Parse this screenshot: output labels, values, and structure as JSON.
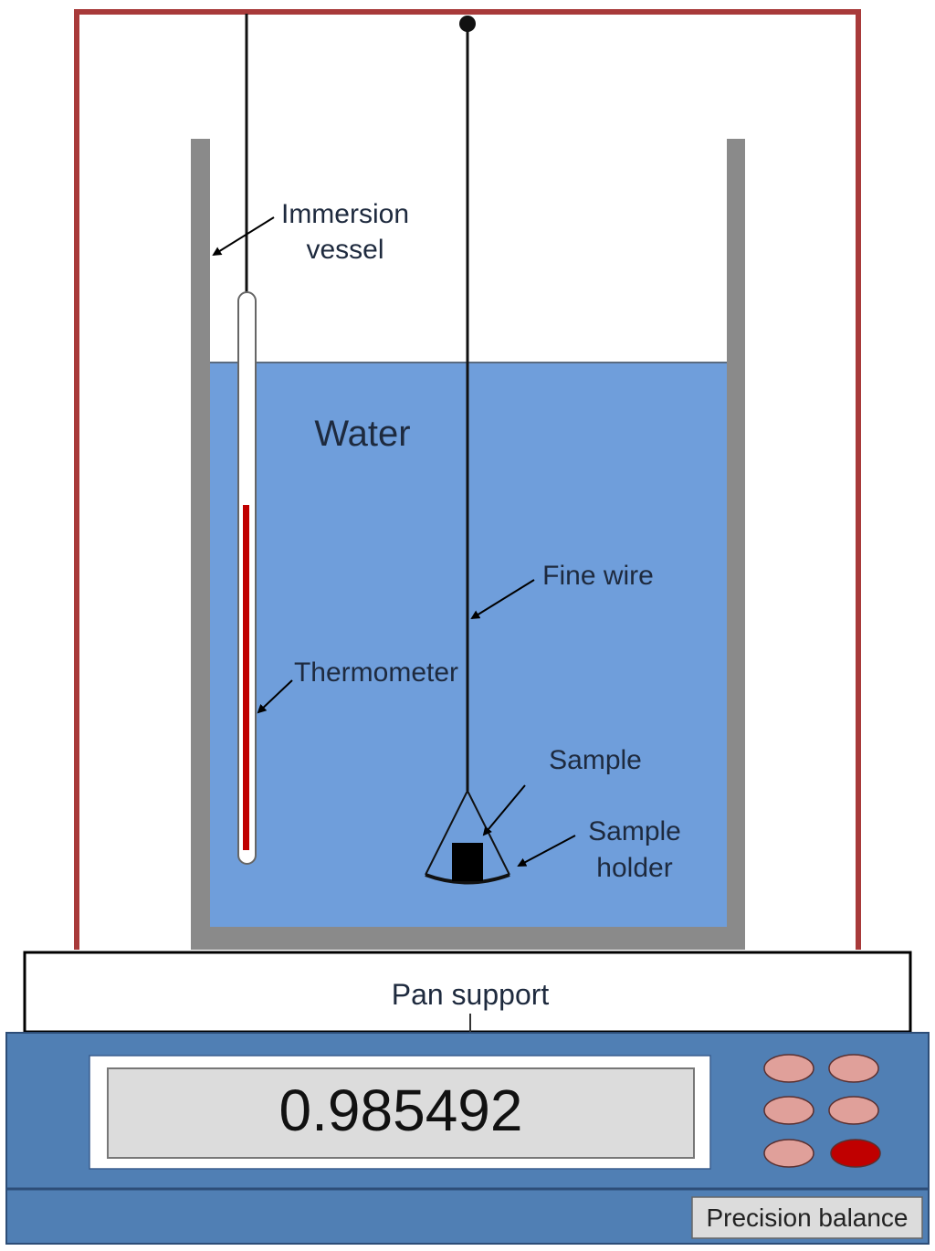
{
  "labels": {
    "immersion_vessel_line1": "Immersion",
    "immersion_vessel_line2": "vessel",
    "water": "Water",
    "fine_wire": "Fine wire",
    "thermometer": "Thermometer",
    "sample": "Sample",
    "sample_holder_line1": "Sample",
    "sample_holder_line2": "holder",
    "pan_support": "Pan support",
    "precision_balance": "Precision balance"
  },
  "display": {
    "reading": "0.985492"
  },
  "colors": {
    "frame": "#a83a3a",
    "vessel": "#8a8a8a",
    "water": "#6f9edb",
    "balance": "#507fb4",
    "button": "#e0a09a",
    "button_active": "#c00000",
    "thermometer_fluid": "#c00000"
  }
}
